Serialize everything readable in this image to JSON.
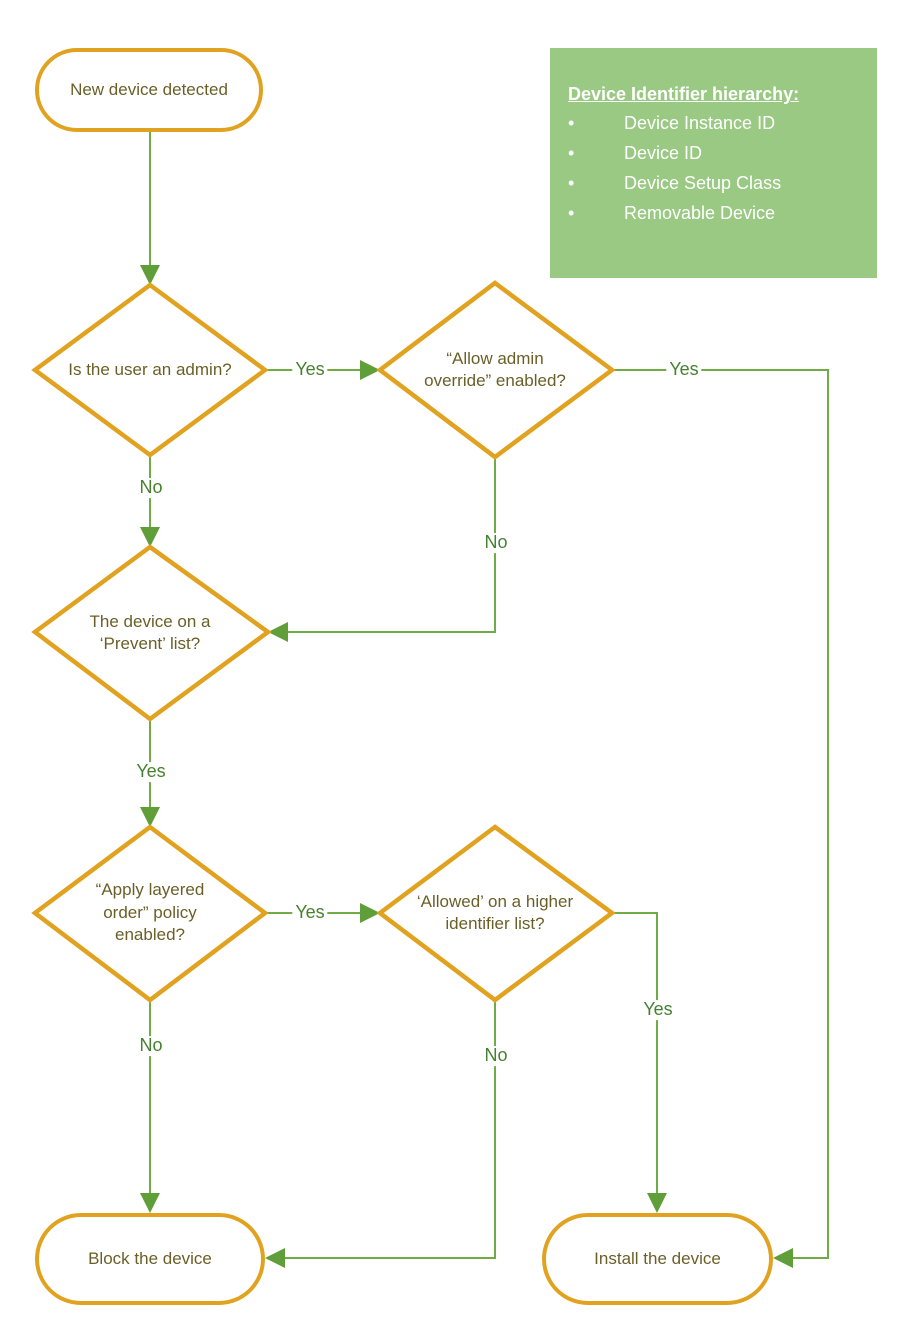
{
  "colors": {
    "node_border": "#E0A21F",
    "connector": "#6FAC46",
    "edge_label_text": "#45822F",
    "node_text": "#6B5F28",
    "legend_bg": "#9AC983",
    "legend_text": "#FFFFFF"
  },
  "nodes": {
    "start": {
      "label": "New device detected"
    },
    "d1": {
      "label": "Is the user an admin?"
    },
    "d2": {
      "label": "“Allow admin override” enabled?"
    },
    "d3": {
      "label": "The device on a ‘Prevent’ list?"
    },
    "d4": {
      "label": "“Apply layered order” policy enabled?"
    },
    "d5": {
      "label": "‘Allowed’ on a higher identifier list?"
    },
    "block": {
      "label": "Block the device"
    },
    "install": {
      "label": "Install the device"
    }
  },
  "edge_labels": {
    "yes_d1_d2": "Yes",
    "no_d1": "No",
    "yes_d2_install": "Yes",
    "no_d2": "No",
    "yes_d3": "Yes",
    "yes_d4_d5": "Yes",
    "no_d4": "No",
    "no_d5": "No",
    "yes_d5_install": "Yes"
  },
  "legend": {
    "title": "Device Identifier hierarchy:",
    "items": [
      "Device Instance ID",
      "Device ID",
      "Device Setup Class",
      "Removable Device"
    ]
  }
}
